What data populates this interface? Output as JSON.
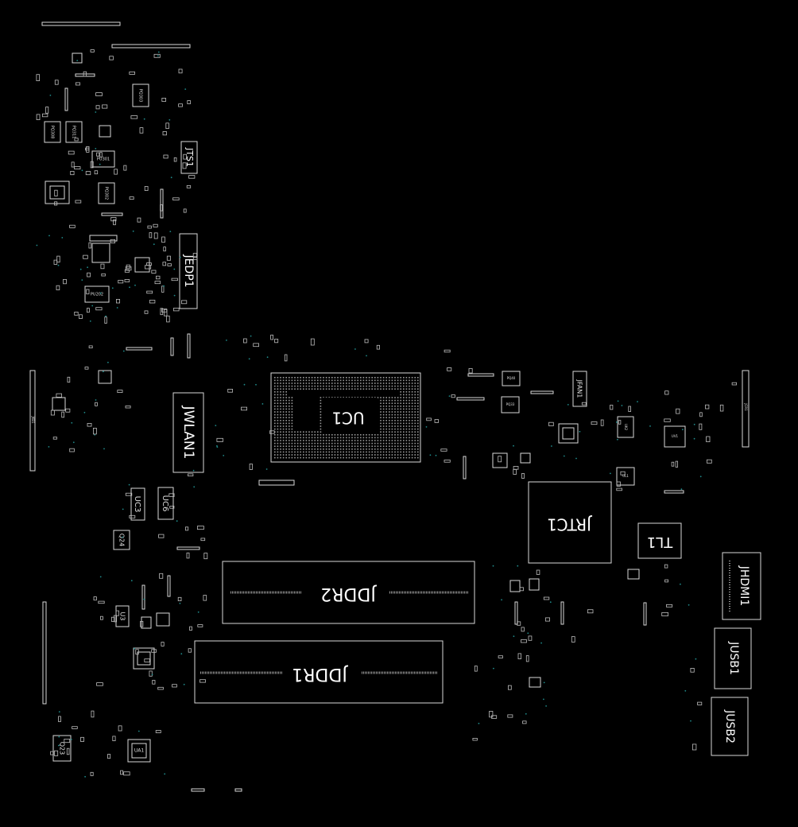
{
  "board": {
    "background": "#000000",
    "outline_color": "#d8d8d8",
    "via_color": "#1f8a8a",
    "labels": {
      "uc1": "UC1",
      "jddr2": "JDDR2",
      "jddr1": "JDDR1",
      "jwlan1": "JWLAN1",
      "jrtc1": "JRTC1",
      "jedp1": "JEDP1",
      "jts1": "JTS1",
      "jhdmi1": "JHDMI1",
      "jusb1": "JUSB1",
      "jusb2": "JUSB2",
      "tl1": "TL1",
      "jfan1": "JFAN1",
      "uc3": "UC3",
      "uc6": "UC6",
      "q24": "Q24",
      "u3": "U3",
      "q23": "Q23",
      "ua1": "UA1",
      "pq303": "PQ303",
      "pq308": "PQ308",
      "pq311": "PQ311",
      "pu301": "PU301",
      "pq302": "PQ302",
      "pu202": "PU202",
      "jkb1": "JKB1",
      "jcr1": "JCR1",
      "pq40": "PQ40",
      "pq33": "PQ33",
      "uk2": "UK2",
      "uv1": "UV1",
      "ul1": "UL1"
    }
  }
}
